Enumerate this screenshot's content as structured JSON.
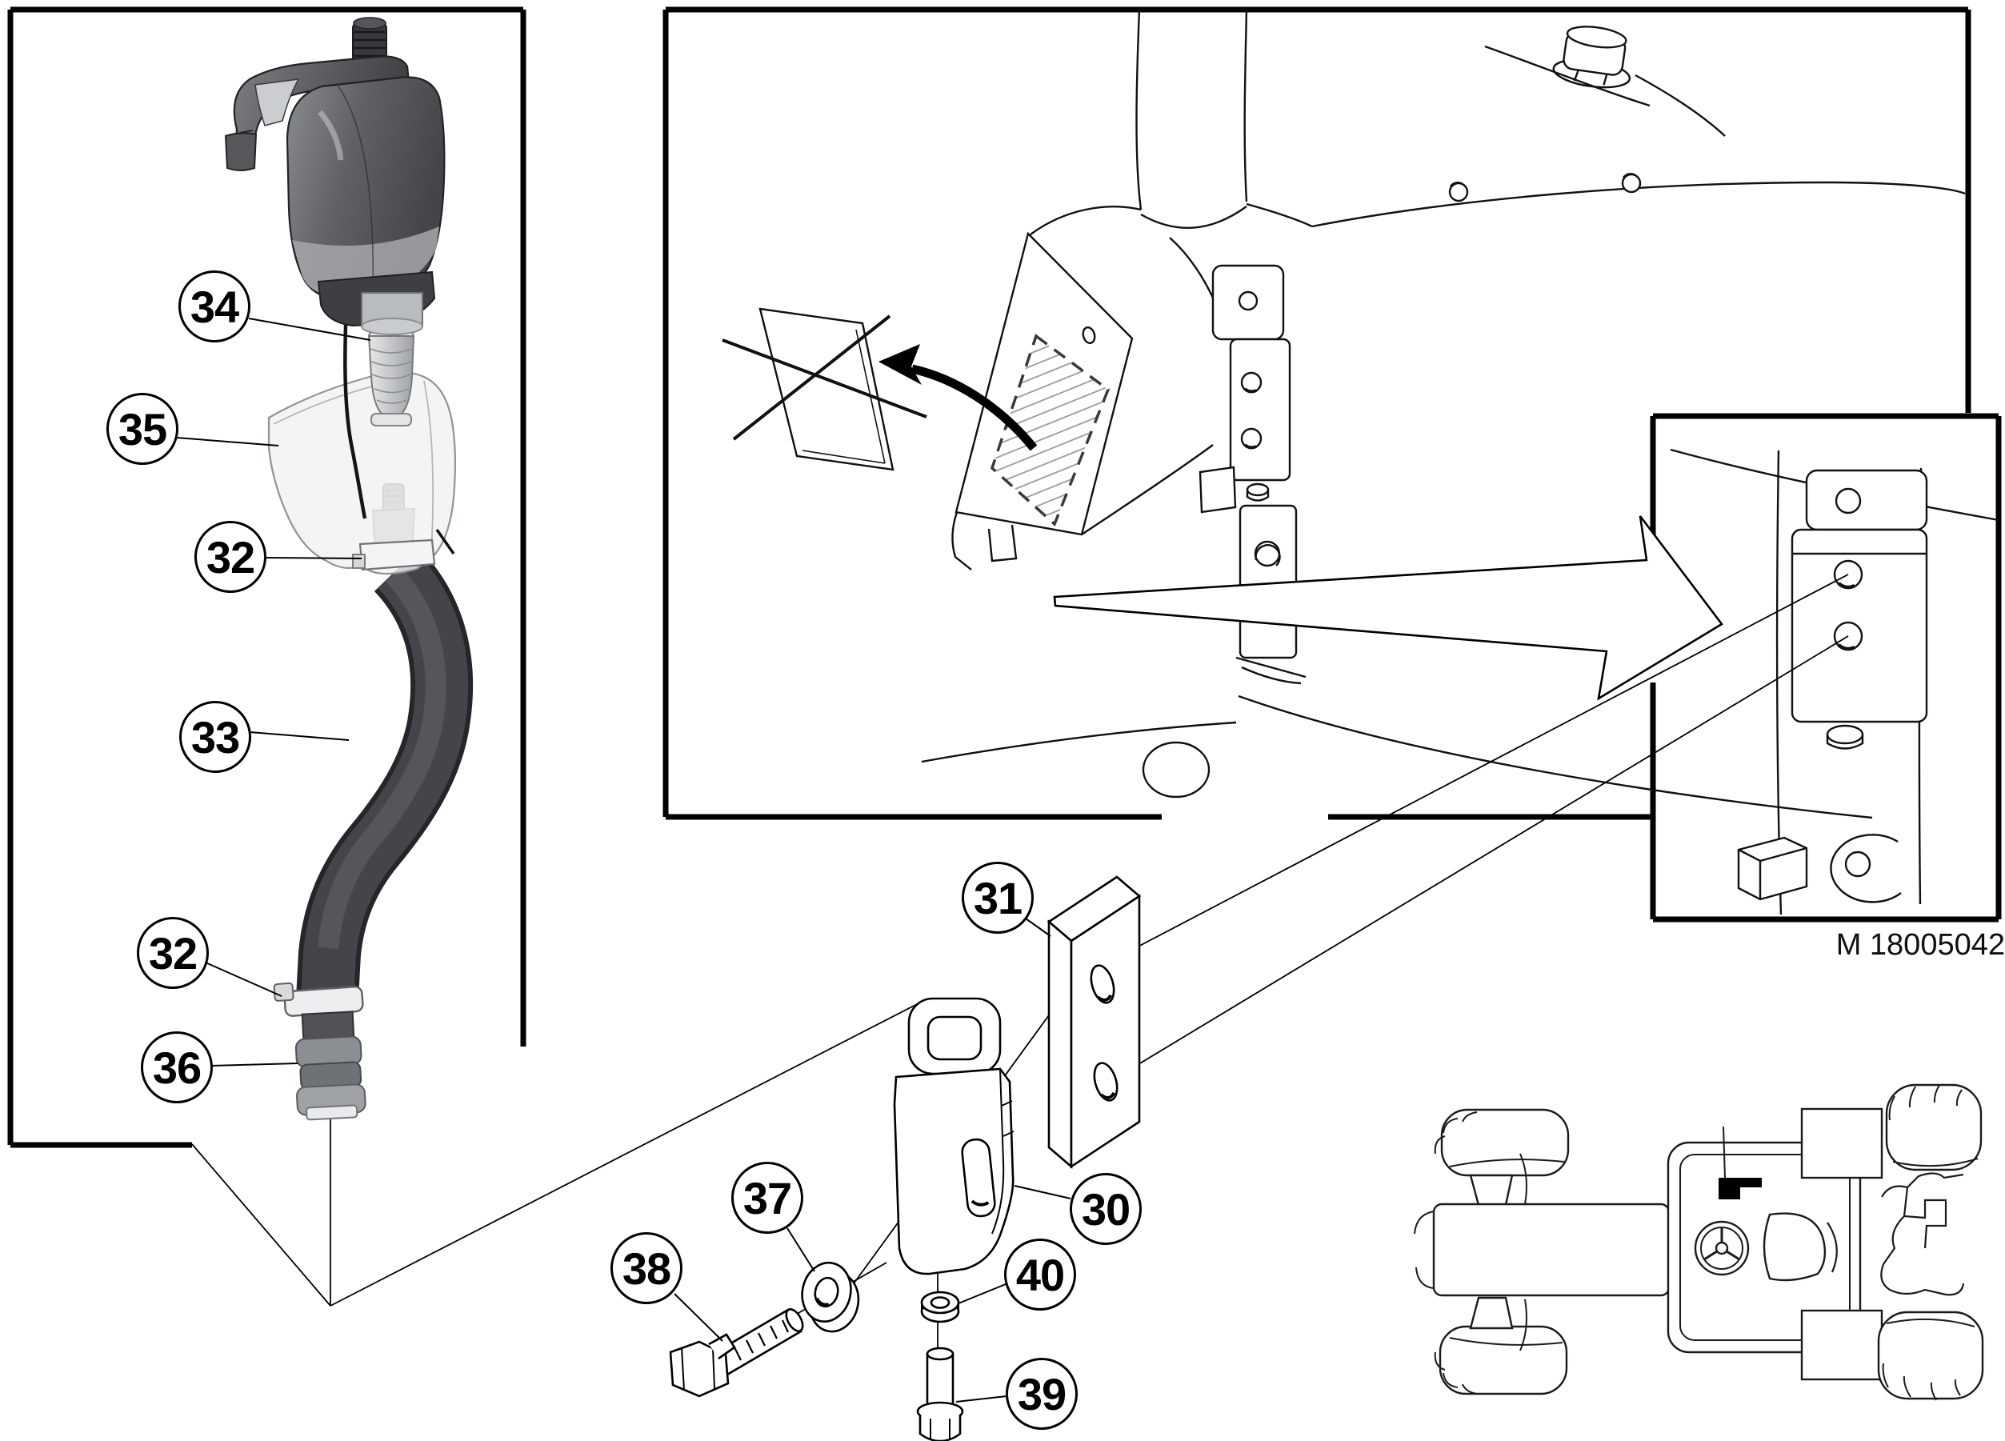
{
  "figure": {
    "code": "M 18005042"
  },
  "callouts": [
    {
      "label": "34"
    },
    {
      "label": "35"
    },
    {
      "label": "32"
    },
    {
      "label": "33"
    },
    {
      "label": "32"
    },
    {
      "label": "36"
    },
    {
      "label": "31"
    },
    {
      "label": "30"
    },
    {
      "label": "37"
    },
    {
      "label": "38"
    },
    {
      "label": "40"
    },
    {
      "label": "39"
    }
  ],
  "colors": {
    "line": "#000000",
    "paper": "#ffffff",
    "hose": "#3f4044",
    "handle_dark": "#46474b",
    "hatch": "#9a9a9a",
    "marker": "#000000"
  }
}
